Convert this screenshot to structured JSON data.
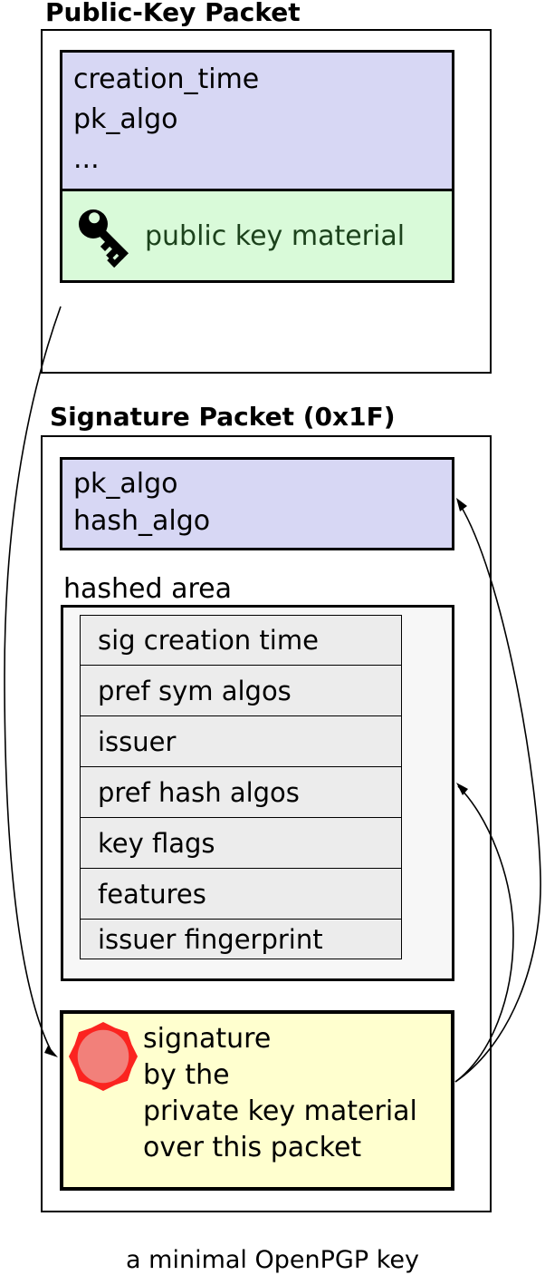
{
  "public_key_packet": {
    "title": "Public-Key Packet",
    "fields": [
      "creation_time",
      "pk_algo",
      "..."
    ],
    "material_label": "public key material"
  },
  "signature_packet": {
    "title": "Signature Packet (0x1F)",
    "algo_fields": [
      "pk_algo",
      "hash_algo"
    ],
    "hashed_area_label": "hashed area",
    "subpackets": [
      "sig creation time",
      "pref sym algos",
      "issuer",
      "pref hash algos",
      "key flags",
      "features",
      "issuer fingerprint"
    ],
    "signature_lines": [
      "signature",
      "by the",
      "private key material",
      "over this packet"
    ]
  },
  "caption": "a minimal OpenPGP key",
  "icons": {
    "key": "key-icon",
    "seal": "seal-icon"
  },
  "colors": {
    "field_box_fill": "#d7d7f4",
    "material_box_fill": "#d9fad9",
    "material_text": "#1c421c",
    "hashed_box_fill": "#f7f7f7",
    "subpacket_fill": "#ececec",
    "signature_box_fill": "#ffffcf",
    "seal_ring": "#fb2420",
    "seal_center": "#f2807a",
    "line_color": "#000000"
  }
}
